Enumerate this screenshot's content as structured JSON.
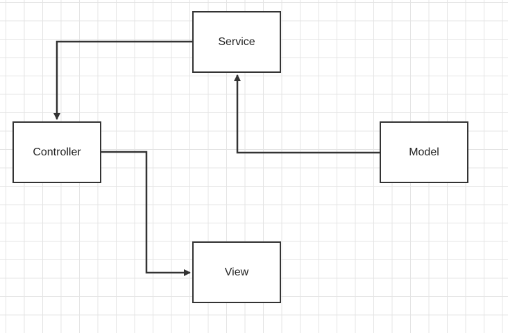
{
  "diagram": {
    "nodes": {
      "service": {
        "label": "Service"
      },
      "controller": {
        "label": "Controller"
      },
      "model": {
        "label": "Model"
      },
      "view": {
        "label": "View"
      }
    },
    "edges": [
      {
        "from": "service",
        "to": "controller"
      },
      {
        "from": "model",
        "to": "service"
      },
      {
        "from": "controller",
        "to": "view"
      }
    ]
  },
  "colors": {
    "stroke": "#333333",
    "grid": "#e4e4e4",
    "background": "#ffffff"
  }
}
